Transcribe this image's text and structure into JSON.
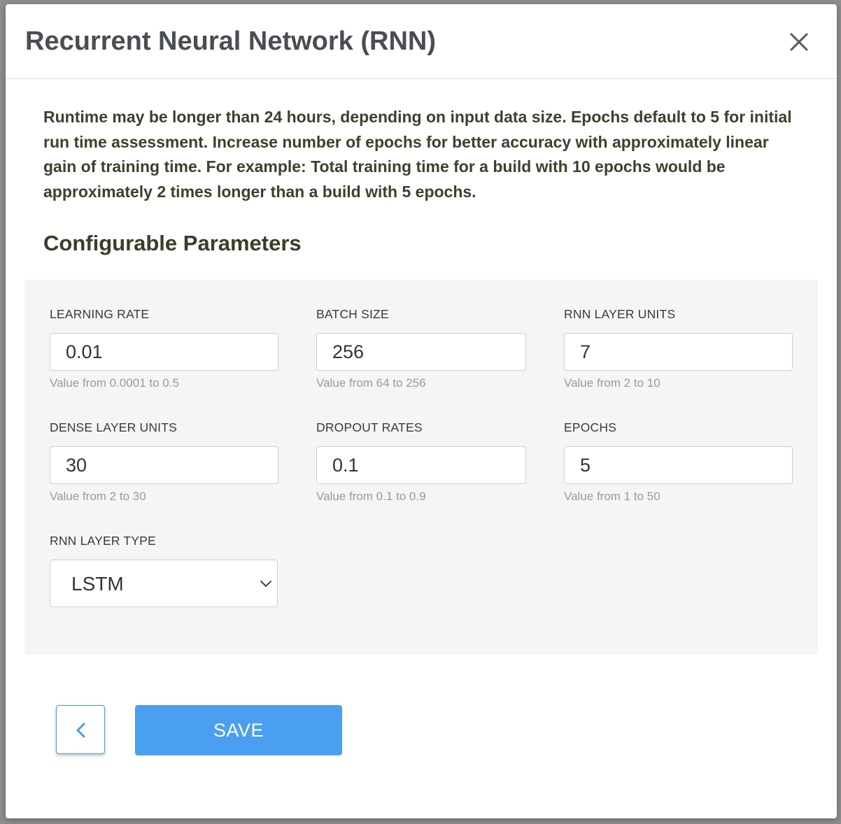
{
  "modal": {
    "title": "Recurrent Neural Network (RNN)",
    "close_icon": "close-icon",
    "description": "Runtime may be longer than 24 hours, depending on input data size. Epochs default to 5 for initial run time assessment. Increase number of epochs for better accuracy with approximately linear gain of training time. For example: Total training time for a build with 10 epochs would be approximately 2 times longer than a build with 5 epochs.",
    "section_title": "Configurable Parameters"
  },
  "params": {
    "learning_rate": {
      "label": "LEARNING RATE",
      "value": "0.01",
      "hint": "Value from 0.0001 to 0.5"
    },
    "batch_size": {
      "label": "BATCH SIZE",
      "value": "256",
      "hint": "Value from 64 to 256"
    },
    "rnn_layer_units": {
      "label": "RNN LAYER UNITS",
      "value": "7",
      "hint": "Value from 2 to 10"
    },
    "dense_layer_units": {
      "label": "DENSE LAYER UNITS",
      "value": "30",
      "hint": "Value from 2 to 30"
    },
    "dropout_rates": {
      "label": "DROPOUT RATES",
      "value": "0.1",
      "hint": "Value from 0.1 to 0.9"
    },
    "epochs": {
      "label": "EPOCHS",
      "value": "5",
      "hint": "Value from 1 to 50"
    },
    "rnn_layer_type": {
      "label": "RNN LAYER TYPE",
      "value": "LSTM",
      "icon": "chevron-down-icon"
    }
  },
  "footer": {
    "back_icon": "chevron-left-icon",
    "save_label": "SAVE"
  },
  "colors": {
    "primary": "#4a9ff0",
    "panel_bg": "#f5f5f5",
    "title_text": "#4a4d52",
    "hint_text": "#9a9a9a"
  }
}
